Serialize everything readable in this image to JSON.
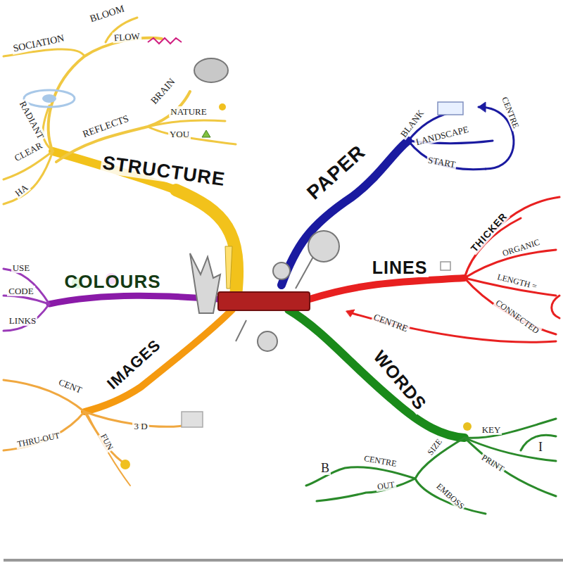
{
  "diagram": {
    "labels": [
      "STRUCTURE",
      "PAPER",
      "LINES",
      "WORDS",
      "IMAGES",
      "COLOURS",
      "SOCIATION",
      "BLOOM",
      "FLOW",
      "RADIANT",
      "CLEAR",
      "HA",
      "REFLECTS",
      "BRAIN",
      "NATURE",
      "YOU",
      "BLANK",
      "LANDSCAPE",
      "START",
      "CENTRE",
      "THICKER",
      "ORGANIC",
      "LENGTH =",
      "CONNECTED",
      "CENTRE",
      "USE",
      "CODE",
      "LINKS",
      "CENT",
      "THRU-OUT",
      "FUN",
      "3 D",
      "KEY",
      "I",
      "PRINT",
      "SIZE",
      "CENTRE",
      "OUT",
      "EMBOSS",
      "B"
    ]
  }
}
